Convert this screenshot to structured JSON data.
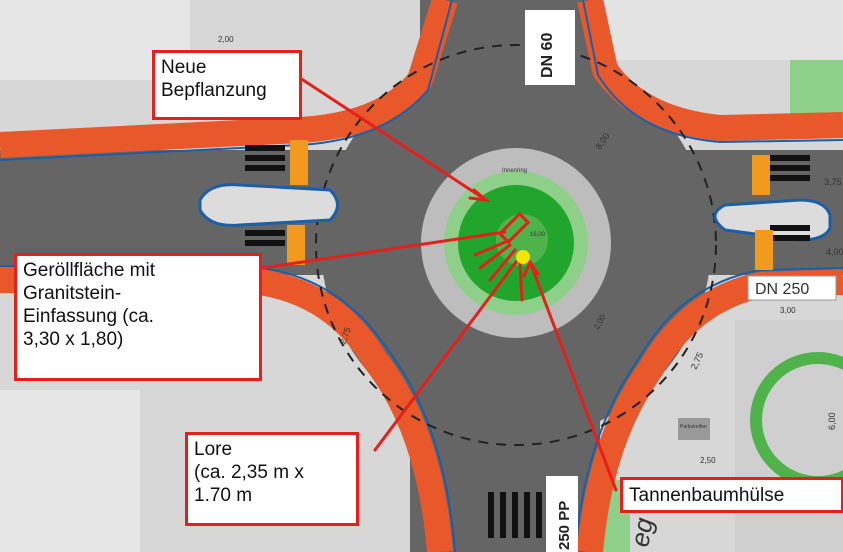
{
  "colors": {
    "background": "#d9d9d9",
    "road": "#656565",
    "sidewalk": "#e8582a",
    "green_outer": "#4fb24b",
    "green_inner": "#22a52d",
    "green_light": "#8ed08a",
    "callout_border": "#e4201c",
    "tree_marker": "#f4e500"
  },
  "callouts": {
    "bepflanzung": {
      "lines": [
        "Neue",
        "Bepflanzung"
      ]
    },
    "geroell": {
      "lines": [
        "Geröllfläche mit",
        "Granitstein-",
        "Einfassung (ca.",
        "3,30 x 1,80)"
      ]
    },
    "lore": {
      "lines": [
        "Lore",
        "(ca. 2,35 m x",
        "1.70 m"
      ]
    },
    "tanne": {
      "lines": [
        "Tannenbaumhülse"
      ]
    }
  },
  "map_labels": {
    "dn_top": "DN 60",
    "dn_right": "DN 250",
    "dn_bottom": "250 PP",
    "dim_800": "8,00",
    "dim_200": "2,00",
    "dim_375": "3,75",
    "dim_400": "4,00",
    "dim_275_left": "2,75",
    "dim_275_right": "2,75",
    "dim_300": "3,00",
    "dim_600": "6,00",
    "dim_250_right": "2,50",
    "dim_2_00_ring": "2,00",
    "street_suffix": "eg",
    "parking_label": "Parkstreifen",
    "center_label": "16,00",
    "ring_text": "Innenring"
  }
}
